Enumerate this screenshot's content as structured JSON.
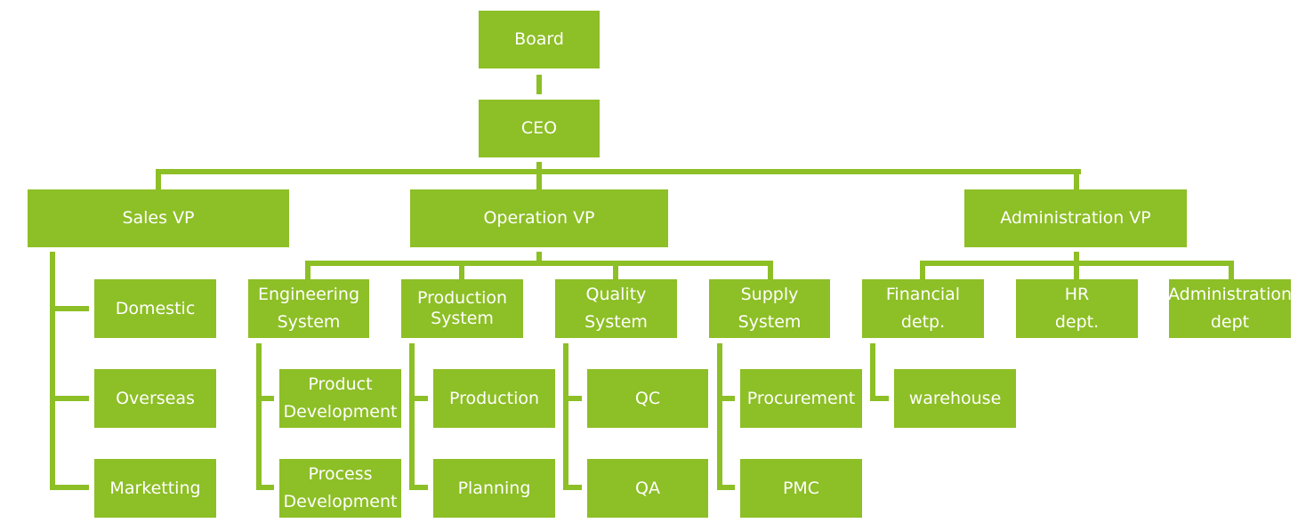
{
  "org_chart": {
    "board": "Board",
    "ceo": "CEO",
    "sales_vp": "Sales VP",
    "operation_vp": "Operation VP",
    "administration_vp": "Administration VP",
    "sales": {
      "domestic": "Domestic",
      "overseas": "Overseas",
      "marketting": "Marketting"
    },
    "operation": {
      "engineering_system": "Engineering\nSystem",
      "production_system": "Production\nSystem",
      "quality_system": "Quality\nSystem",
      "supply_system": "Supply\nSystem",
      "product_development": "Product\nDevelopment",
      "process_development": "Process\nDevelopment",
      "production": "Production",
      "planning": "Planning",
      "qc": "QC",
      "qa": "QA",
      "procurement": "Procurement",
      "pmc": "PMC"
    },
    "administration": {
      "financial_dept": "Financial\ndetp.",
      "hr_dept": "HR\ndept.",
      "administration_dept": "Administration\ndept",
      "warehouse": "warehouse"
    }
  },
  "colors": {
    "box": "#8dbf26",
    "text": "#ffffff"
  }
}
